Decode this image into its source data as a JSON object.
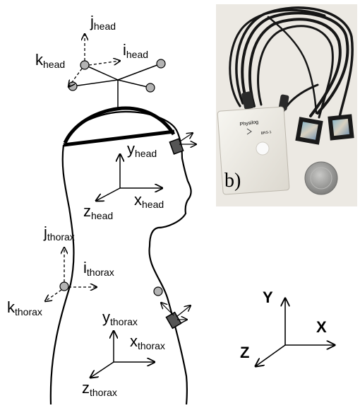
{
  "axes_labels": {
    "head_local": {
      "j": {
        "main": "j",
        "sub": "head"
      },
      "i": {
        "main": "i",
        "sub": "head"
      },
      "k": {
        "main": "k",
        "sub": "head"
      }
    },
    "head_frame": {
      "y": {
        "main": "y",
        "sub": "head"
      },
      "x": {
        "main": "x",
        "sub": "head"
      },
      "z": {
        "main": "z",
        "sub": "head"
      }
    },
    "thorax_local": {
      "j": {
        "main": "j",
        "sub": "thorax"
      },
      "i": {
        "main": "i",
        "sub": "thorax"
      },
      "k": {
        "main": "k",
        "sub": "thorax"
      }
    },
    "thorax_frame": {
      "y": {
        "main": "y",
        "sub": "thorax"
      },
      "x": {
        "main": "x",
        "sub": "thorax"
      },
      "z": {
        "main": "z",
        "sub": "thorax"
      }
    },
    "global": {
      "Y": "Y",
      "X": "X",
      "Z": "Z"
    }
  },
  "photo": {
    "panel_label": "b)",
    "device_text": "Physilog",
    "device_subtext": "BRS-1"
  },
  "colors": {
    "stroke": "#000000",
    "marker_fill": "#b3b3b3",
    "photo_bg": "#ece9e3",
    "device_body": "#f4f2ec",
    "cable": "#161616",
    "coin": "#9a9a98"
  }
}
